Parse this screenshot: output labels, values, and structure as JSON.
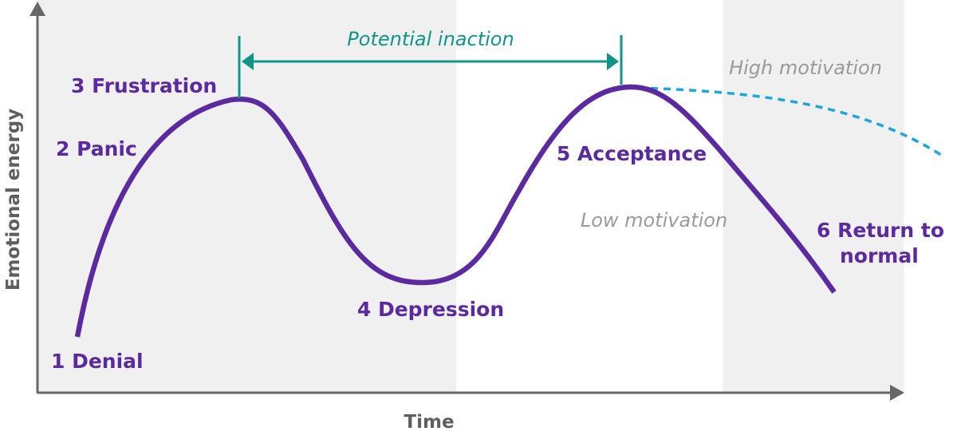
{
  "axes": {
    "y_label": "Emotional energy",
    "x_label": "Time"
  },
  "stages": [
    {
      "label": "1 Denial"
    },
    {
      "label": "2 Panic"
    },
    {
      "label": "3 Frustration"
    },
    {
      "label": "4 Depression"
    },
    {
      "label": "5 Acceptance"
    },
    {
      "label": "6 Return to",
      "label2": "normal"
    }
  ],
  "annotations": {
    "inaction": "Potential inaction",
    "high": "High motivation",
    "low": "Low motivation"
  },
  "colors": {
    "curve": "#5b2a9e",
    "inaction": "#0f9688",
    "dashed": "#1ba6dc",
    "axis": "#66676b",
    "band": "#f0f0f0",
    "note": "#9a9a9a"
  }
}
